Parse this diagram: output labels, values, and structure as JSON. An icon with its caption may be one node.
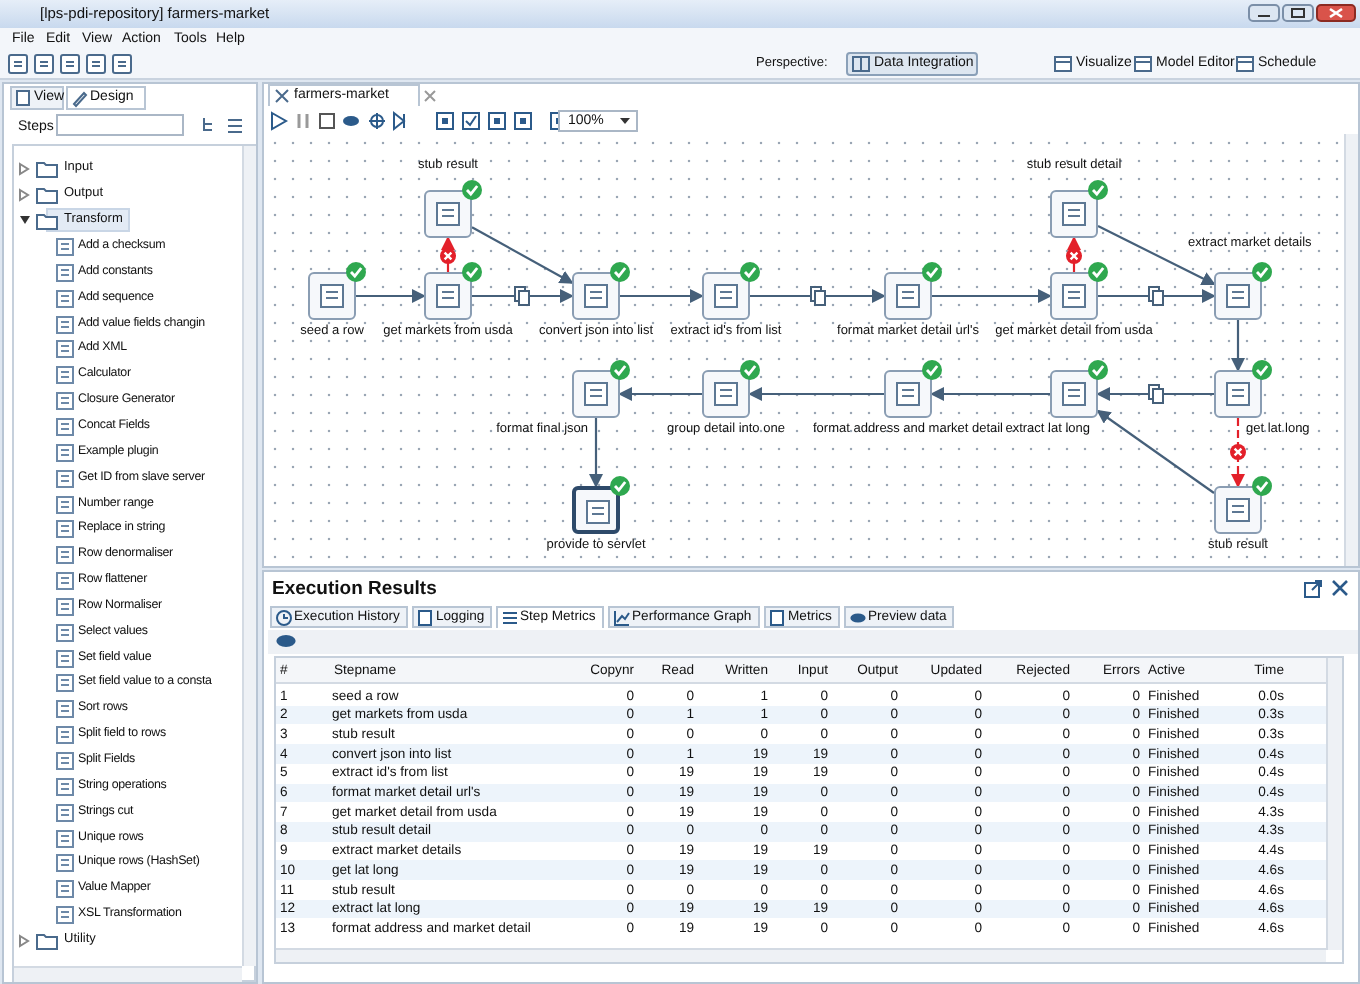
{
  "diagram": {
    "title": "[lps-pdi-repository] farmers-market",
    "nodes": [
      {
        "text": [
          "seed a row"
        ]
      },
      {
        "text": [
          "get markets from usda"
        ]
      },
      {
        "text": [
          "stub result"
        ]
      },
      {
        "text": [
          "convert json into list"
        ]
      },
      {
        "text": [
          "extract id's from list"
        ]
      },
      {
        "text": [
          "format market detail url's"
        ]
      },
      {
        "text": [
          "get market detail from usda"
        ]
      },
      {
        "text": [
          "stub result detail"
        ]
      },
      {
        "text": [
          "extract market details"
        ]
      },
      {
        "text": [
          "get lat long"
        ]
      },
      {
        "text": [
          "extract lat long"
        ]
      },
      {
        "text": [
          "stub result"
        ]
      },
      {
        "text": [
          "format address and market detail"
        ]
      },
      {
        "text": [
          "group detail into one"
        ]
      },
      {
        "text": [
          "format final json"
        ]
      },
      {
        "text": [
          "provide to servlet"
        ]
      }
    ],
    "edges": [
      {
        "from": 0,
        "to": 1,
        "arrow": "to"
      },
      {
        "from": 1,
        "to": 3,
        "arrow": "to"
      },
      {
        "from": 1,
        "to": 2,
        "arrow": "to",
        "color": "#e3202a"
      },
      {
        "from": 2,
        "to": 3,
        "arrow": "to"
      },
      {
        "from": 3,
        "to": 4,
        "arrow": "to"
      },
      {
        "from": 4,
        "to": 5,
        "arrow": "to"
      },
      {
        "from": 5,
        "to": 6,
        "arrow": "to"
      },
      {
        "from": 6,
        "to": 8,
        "arrow": "to"
      },
      {
        "from": 6,
        "to": 7,
        "arrow": "to",
        "color": "#e3202a"
      },
      {
        "from": 7,
        "to": 8,
        "arrow": "to"
      },
      {
        "from": 8,
        "to": 9,
        "arrow": "to"
      },
      {
        "from": 9,
        "to": 10,
        "arrow": "to"
      },
      {
        "from": 9,
        "to": 11,
        "arrow": "to",
        "style": "dashed",
        "color": "#e3202a"
      },
      {
        "from": 11,
        "to": 10,
        "arrow": "to"
      },
      {
        "from": 10,
        "to": 12,
        "arrow": "to"
      },
      {
        "from": 12,
        "to": 13,
        "arrow": "to"
      },
      {
        "from": 13,
        "to": 14,
        "arrow": "to"
      },
      {
        "from": 14,
        "to": 15,
        "arrow": "to"
      }
    ],
    "labels": [
      "File",
      "Edit",
      "View",
      "Action",
      "Tools",
      "Help",
      "Perspective:",
      "Data Integration",
      "Visualize",
      "Model Editor",
      "Schedule",
      "View",
      "Design",
      "Steps",
      "Input",
      "Output",
      "Transform",
      "Add a checksum",
      "Add constants",
      "Add sequence",
      "Add value fields changin",
      "Add XML",
      "Calculator",
      "Closure Generator",
      "Concat Fields",
      "Example plugin",
      "Get ID from slave server",
      "Number range",
      "Replace in string",
      "Row denormaliser",
      "Row flattener",
      "Row Normaliser",
      "Select values",
      "Set field value",
      "Set field value to a consta",
      "Sort rows",
      "Split field to rows",
      "Split Fields",
      "String operations",
      "Strings cut",
      "Unique rows",
      "Unique rows (HashSet)",
      "Value Mapper",
      "XSL Transformation",
      "Utility",
      "farmers-market",
      "100%",
      "Execution Results",
      "Execution History",
      "Logging",
      "Step Metrics",
      "Performance Graph",
      "Metrics",
      "Preview data",
      "#",
      "Stepname",
      "Copynr",
      "Read",
      "Written",
      "Input",
      "Output",
      "Updated",
      "Rejected",
      "Errors",
      "Active",
      "Time",
      "1",
      "seed a row",
      "0",
      "0",
      "1",
      "0",
      "0",
      "0",
      "0",
      "0",
      "Finished",
      "0.0s",
      "2",
      "get markets from usda",
      "0",
      "1",
      "1",
      "0",
      "0",
      "0",
      "0",
      "0",
      "Finished",
      "0.3s",
      "3",
      "stub result",
      "0",
      "0",
      "0",
      "0",
      "0",
      "0",
      "0",
      "0",
      "Finished",
      "0.3s",
      "4",
      "convert json into list",
      "0",
      "1",
      "19",
      "19",
      "0",
      "0",
      "0",
      "0",
      "Finished",
      "0.4s",
      "5",
      "extract id's from list",
      "0",
      "19",
      "19",
      "19",
      "0",
      "0",
      "0",
      "0",
      "Finished",
      "0.4s",
      "6",
      "format market detail url's",
      "0",
      "19",
      "19",
      "0",
      "0",
      "0",
      "0",
      "0",
      "Finished",
      "0.4s",
      "7",
      "get market detail from usda",
      "0",
      "19",
      "19",
      "0",
      "0",
      "0",
      "0",
      "0",
      "Finished",
      "4.3s",
      "8",
      "stub result detail",
      "0",
      "0",
      "0",
      "0",
      "0",
      "0",
      "0",
      "0",
      "Finished",
      "4.3s",
      "9",
      "extract market details",
      "0",
      "19",
      "19",
      "19",
      "0",
      "0",
      "0",
      "0",
      "Finished",
      "4.4s",
      "10",
      "get lat long",
      "0",
      "19",
      "19",
      "0",
      "0",
      "0",
      "0",
      "0",
      "Finished",
      "4.6s",
      "11",
      "stub result",
      "0",
      "0",
      "0",
      "0",
      "0",
      "0",
      "0",
      "0",
      "Finished",
      "4.6s",
      "12",
      "extract lat long",
      "0",
      "19",
      "19",
      "19",
      "0",
      "0",
      "0",
      "0",
      "Finished",
      "4.6s",
      "13",
      "format address and market detail",
      "0",
      "19",
      "19",
      "0",
      "0",
      "0",
      "0",
      "0",
      "Finished",
      "4.6s"
    ]
  }
}
